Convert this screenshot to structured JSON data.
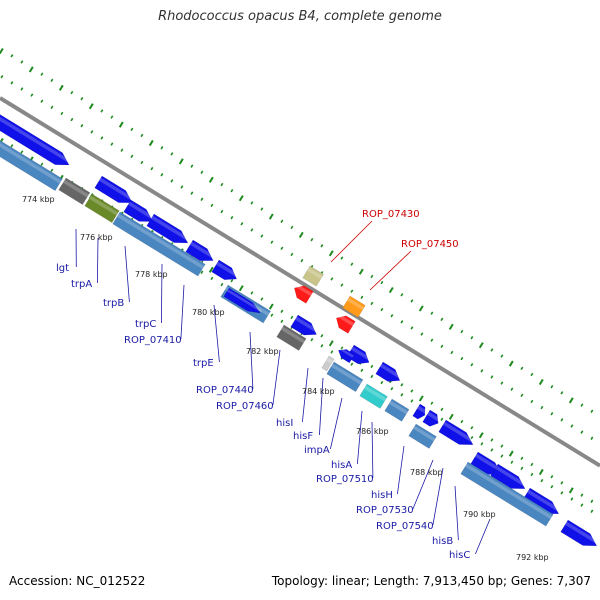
{
  "title": "Rhodococcus opacus B4, complete genome",
  "footer": {
    "accession": "Accession: NC_012522",
    "summary": "Topology: linear; Length: 7,913,450 bp; Genes: 7,307"
  },
  "colors": {
    "forward_gene": "#1010e8",
    "cds_steelblue": "#4a86c0",
    "backbone": "#888888",
    "ticks": "#1e8a1e",
    "label_blue": "#1a1aa6",
    "label_red": "#cc0000"
  },
  "kbp_ticks": [
    "774 kbp",
    "776 kbp",
    "778 kbp",
    "780 kbp",
    "782 kbp",
    "784 kbp",
    "786 kbp",
    "788 kbp",
    "790 kbp",
    "792 kbp"
  ],
  "gene_labels": [
    "lgt",
    "trpA",
    "trpB",
    "trpC",
    "ROP_07410",
    "trpE",
    "ROP_07440",
    "ROP_07460",
    "hisI",
    "hisF",
    "impA",
    "hisA",
    "ROP_07510",
    "hisH",
    "ROP_07530",
    "ROP_07540",
    "hisB",
    "hisC"
  ],
  "red_labels": [
    "ROP_07430",
    "ROP_07450"
  ]
}
